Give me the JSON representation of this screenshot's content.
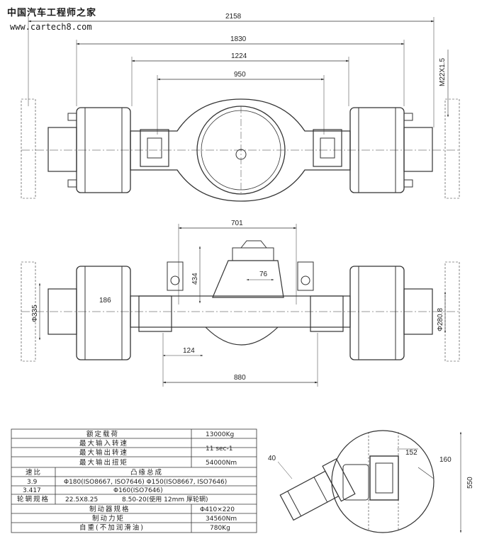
{
  "watermark": {
    "site_name": "中国汽车工程师之家",
    "url": "www.cartech8.com"
  },
  "top_view": {
    "dimensions": [
      "2158",
      "1830",
      "1224",
      "950",
      "M22X1.5"
    ]
  },
  "middle_view": {
    "dimensions": [
      "701",
      "434",
      "76",
      "186",
      "Φ335",
      "Φ280.8",
      "124",
      "880"
    ]
  },
  "side_view": {
    "dimensions": [
      "40",
      "152",
      "160",
      "550"
    ]
  },
  "spec_table": {
    "rated_load_label": "额定载荷",
    "rated_load_value": "13000Kg",
    "max_input_speed_label": "最大输入转速",
    "max_output_speed_label": "最大输出转速",
    "speed_value": "11 sec-1",
    "max_output_torque_label": "最大输出扭矩",
    "max_output_torque_value": "54000Nm",
    "ratio_header": "速比",
    "flange_header": "凸缘总成",
    "ratio_1": "3.9",
    "ratio_2": "3.417",
    "flange_1": "Φ180(ISO8667, ISO7646) Φ150(ISO8667, ISO7646)",
    "flange_2": "Φ160(ISO7646)",
    "rim_label": "轮辋规格",
    "rim_value_1": "22.5X8.25",
    "rim_value_2": "8.50-20(使用 12mm 厚轮辋)",
    "brake_spec_label": "制动器规格",
    "brake_spec_value": "Φ410×220",
    "brake_torque_label": "制动力矩",
    "brake_torque_value": "34560Nm",
    "weight_label": "自重(不加润滑油)",
    "weight_value": "780Kg"
  }
}
